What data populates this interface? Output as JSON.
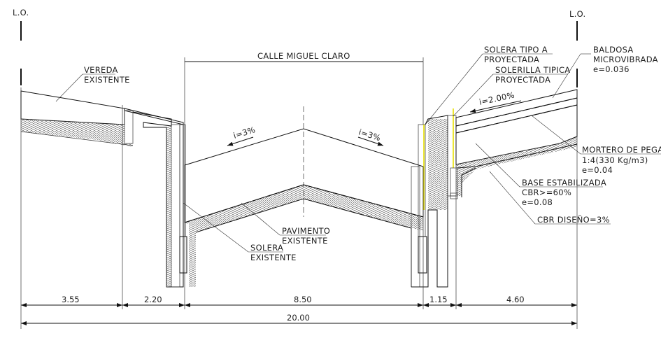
{
  "boundary_labels": {
    "left": "L.O.",
    "right": "L.O."
  },
  "street": {
    "name": "CALLE MIGUEL CLARO"
  },
  "slopes": {
    "left": "i=3%",
    "right": "i=3%",
    "sidewalk": "i=2.00%"
  },
  "notes": {
    "vereda": [
      "VEREDA",
      "EXISTENTE"
    ],
    "pavimento": [
      "PAVIMENTO",
      "EXISTENTE"
    ],
    "solera_existente": [
      "SOLERA",
      "EXISTENTE"
    ],
    "solera_tipo_a": [
      "SOLERA TIPO A",
      "PROYECTADA"
    ],
    "solerilla": [
      "SOLERILLA TIPICA",
      "PROYECTADA"
    ],
    "baldosa": [
      "BALDOSA",
      "MICROVIBRADA",
      "e=0.036"
    ],
    "mortero": [
      "MORTERO DE PEGA",
      "1:4(330 Kg/m3)",
      "e=0.04"
    ],
    "base": [
      "BASE ESTABILIZADA",
      "CBR>=60%",
      "e=0.08"
    ],
    "cbr": [
      "CBR DISEÑO=3%"
    ]
  },
  "dimensions": {
    "segments": [
      "3.55",
      "2.20",
      "8.50",
      "1.15",
      "4.60"
    ],
    "total": "20.00"
  },
  "colors": {
    "line": "#111111",
    "hatch": "#666666",
    "highlight": "#e8e000"
  }
}
